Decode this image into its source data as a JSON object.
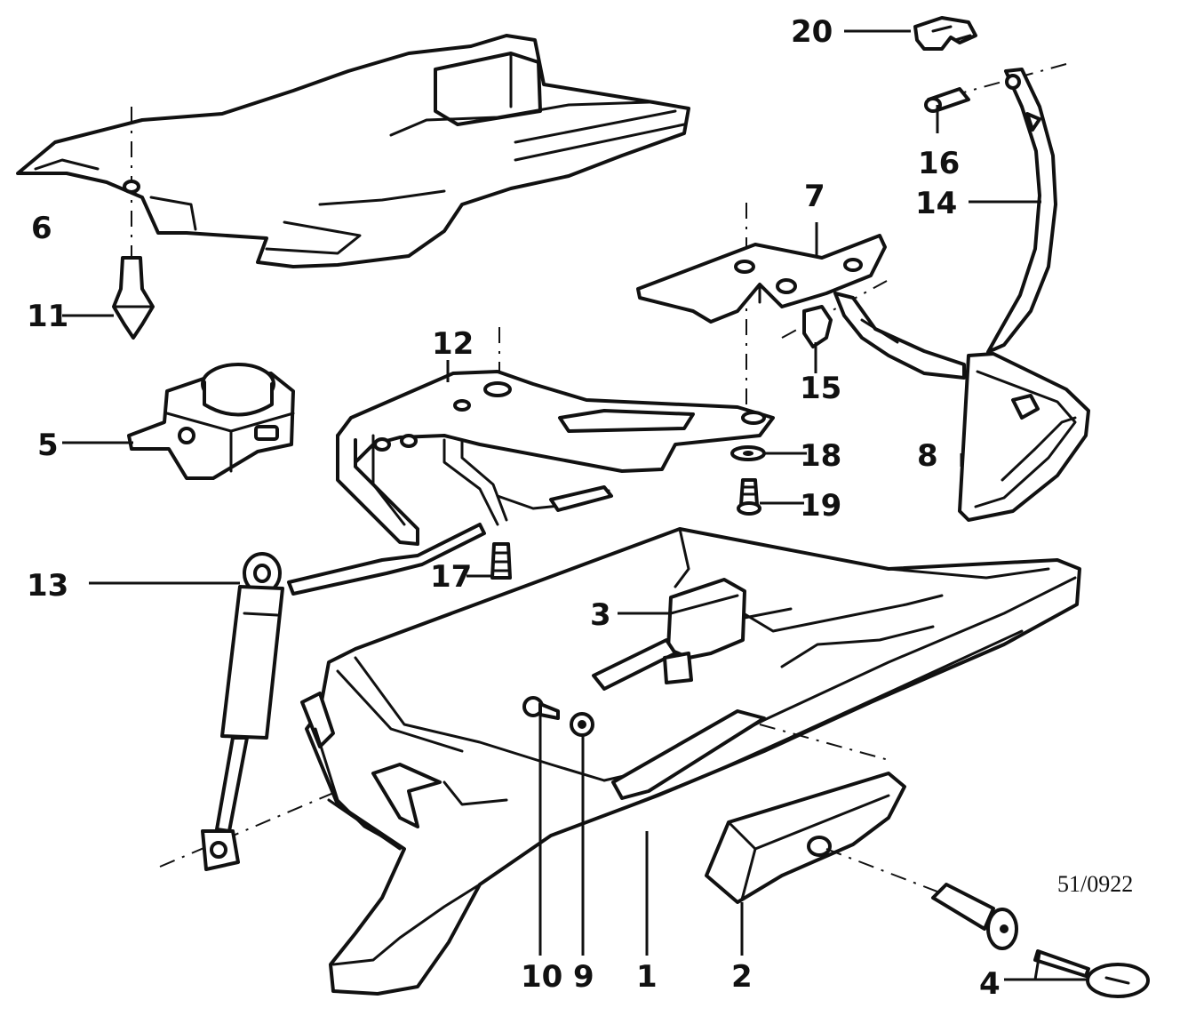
{
  "diagram": {
    "reference_code": "51/0922",
    "callouts": [
      {
        "id": "c1",
        "label": "1"
      },
      {
        "id": "c2",
        "label": "2"
      },
      {
        "id": "c3",
        "label": "3"
      },
      {
        "id": "c4",
        "label": "4"
      },
      {
        "id": "c5",
        "label": "5"
      },
      {
        "id": "c6",
        "label": "6"
      },
      {
        "id": "c7",
        "label": "7"
      },
      {
        "id": "c8",
        "label": "8"
      },
      {
        "id": "c9",
        "label": "9"
      },
      {
        "id": "c10",
        "label": "10"
      },
      {
        "id": "c11",
        "label": "11"
      },
      {
        "id": "c12",
        "label": "12"
      },
      {
        "id": "c13",
        "label": "13"
      },
      {
        "id": "c14",
        "label": "14"
      },
      {
        "id": "c15",
        "label": "15"
      },
      {
        "id": "c16",
        "label": "16"
      },
      {
        "id": "c17",
        "label": "17"
      },
      {
        "id": "c18",
        "label": "18"
      },
      {
        "id": "c19",
        "label": "19"
      },
      {
        "id": "c20",
        "label": "20"
      }
    ]
  }
}
